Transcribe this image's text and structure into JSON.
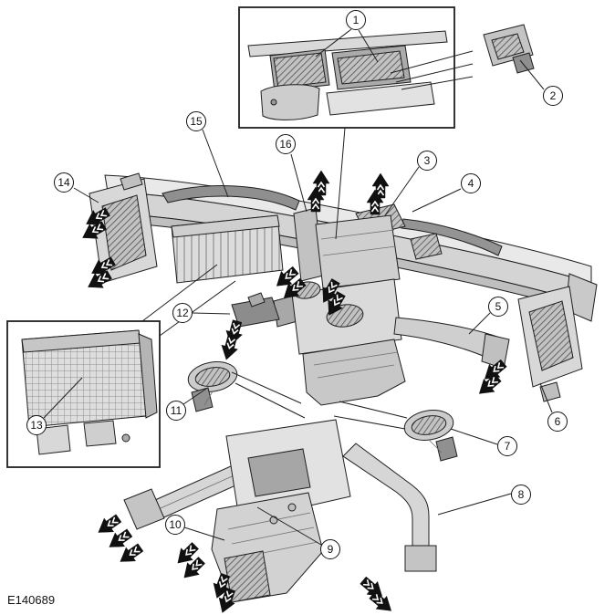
{
  "figure": {
    "code": "E140689",
    "type": "exploded-parts-diagram",
    "subject": "instrument panel air distribution ducts"
  },
  "colors": {
    "background": "#ffffff",
    "line": "#1f1f1f",
    "fill_light": "#e9e9e9",
    "fill_mid": "#d2d2d2",
    "fill_dark": "#8f8f8f",
    "arrow": "#101010"
  },
  "callouts": [
    {
      "label": "1"
    },
    {
      "label": "2"
    },
    {
      "label": "3"
    },
    {
      "label": "4"
    },
    {
      "label": "5"
    },
    {
      "label": "6"
    },
    {
      "label": "7"
    },
    {
      "label": "8"
    },
    {
      "label": "9"
    },
    {
      "label": "10"
    },
    {
      "label": "11"
    },
    {
      "label": "12"
    },
    {
      "label": "13"
    },
    {
      "label": "14"
    },
    {
      "label": "15"
    },
    {
      "label": "16"
    }
  ]
}
